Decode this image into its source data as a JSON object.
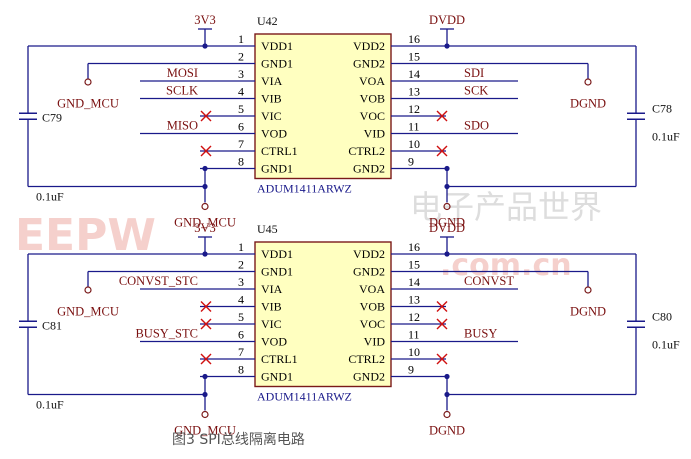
{
  "colors": {
    "wire": "#1a1a8a",
    "chip_fill": "#ffffc0",
    "chip_border": "#7a1a1a",
    "label": "#7a1010",
    "x_mark": "#d01010"
  },
  "watermark": {
    "text": "EEPW",
    "site": ".com.cn",
    "cn": "电子产品世界"
  },
  "caption": "图3 SPI总线隔离电路",
  "chips": [
    {
      "ref": "U42",
      "part": "ADUM1411ARWZ",
      "power_left": "3V3",
      "power_right": "DVDD",
      "gnd_left": "GND_MCU",
      "gnd_right": "DGND",
      "gnd_left_bottom": "GND_MCU",
      "gnd_right_bottom": "DGND",
      "cap_left": {
        "ref": "C79",
        "value": "0.1uF"
      },
      "cap_right": {
        "ref": "C78",
        "value": "0.1uF"
      },
      "left_pins": [
        {
          "num": "1",
          "name": "VDD1",
          "net": ""
        },
        {
          "num": "2",
          "name": "GND1",
          "net": ""
        },
        {
          "num": "3",
          "name": "VIA",
          "net": "MOSI"
        },
        {
          "num": "4",
          "name": "VIB",
          "net": "SCLK"
        },
        {
          "num": "5",
          "name": "VIC",
          "net": ""
        },
        {
          "num": "6",
          "name": "VOD",
          "net": "MISO"
        },
        {
          "num": "7",
          "name": "CTRL1",
          "net": ""
        },
        {
          "num": "8",
          "name": "GND1",
          "net": ""
        }
      ],
      "right_pins": [
        {
          "num": "16",
          "name": "VDD2",
          "net": ""
        },
        {
          "num": "15",
          "name": "GND2",
          "net": ""
        },
        {
          "num": "14",
          "name": "VOA",
          "net": "SDI"
        },
        {
          "num": "13",
          "name": "VOB",
          "net": "SCK"
        },
        {
          "num": "12",
          "name": "VOC",
          "net": ""
        },
        {
          "num": "11",
          "name": "VID",
          "net": "SDO"
        },
        {
          "num": "10",
          "name": "CTRL2",
          "net": ""
        },
        {
          "num": "9",
          "name": "GND2",
          "net": ""
        }
      ]
    },
    {
      "ref": "U45",
      "part": "ADUM1411ARWZ",
      "power_left": "3V3",
      "power_right": "DVDD",
      "gnd_left": "GND_MCU",
      "gnd_right": "DGND",
      "gnd_left_bottom": "GND_MCU",
      "gnd_right_bottom": "DGND",
      "cap_left": {
        "ref": "C81",
        "value": "0.1uF"
      },
      "cap_right": {
        "ref": "C80",
        "value": "0.1uF"
      },
      "left_pins": [
        {
          "num": "1",
          "name": "VDD1",
          "net": ""
        },
        {
          "num": "2",
          "name": "GND1",
          "net": ""
        },
        {
          "num": "3",
          "name": "VIA",
          "net": "CONVST_STC"
        },
        {
          "num": "4",
          "name": "VIB",
          "net": ""
        },
        {
          "num": "5",
          "name": "VIC",
          "net": ""
        },
        {
          "num": "6",
          "name": "VOD",
          "net": "BUSY_STC"
        },
        {
          "num": "7",
          "name": "CTRL1",
          "net": ""
        },
        {
          "num": "8",
          "name": "GND1",
          "net": ""
        }
      ],
      "right_pins": [
        {
          "num": "16",
          "name": "VDD2",
          "net": ""
        },
        {
          "num": "15",
          "name": "GND2",
          "net": ""
        },
        {
          "num": "14",
          "name": "VOA",
          "net": "CONVST"
        },
        {
          "num": "13",
          "name": "VOB",
          "net": ""
        },
        {
          "num": "12",
          "name": "VOC",
          "net": ""
        },
        {
          "num": "11",
          "name": "VID",
          "net": "BUSY"
        },
        {
          "num": "10",
          "name": "CTRL2",
          "net": ""
        },
        {
          "num": "9",
          "name": "GND2",
          "net": ""
        }
      ]
    }
  ]
}
